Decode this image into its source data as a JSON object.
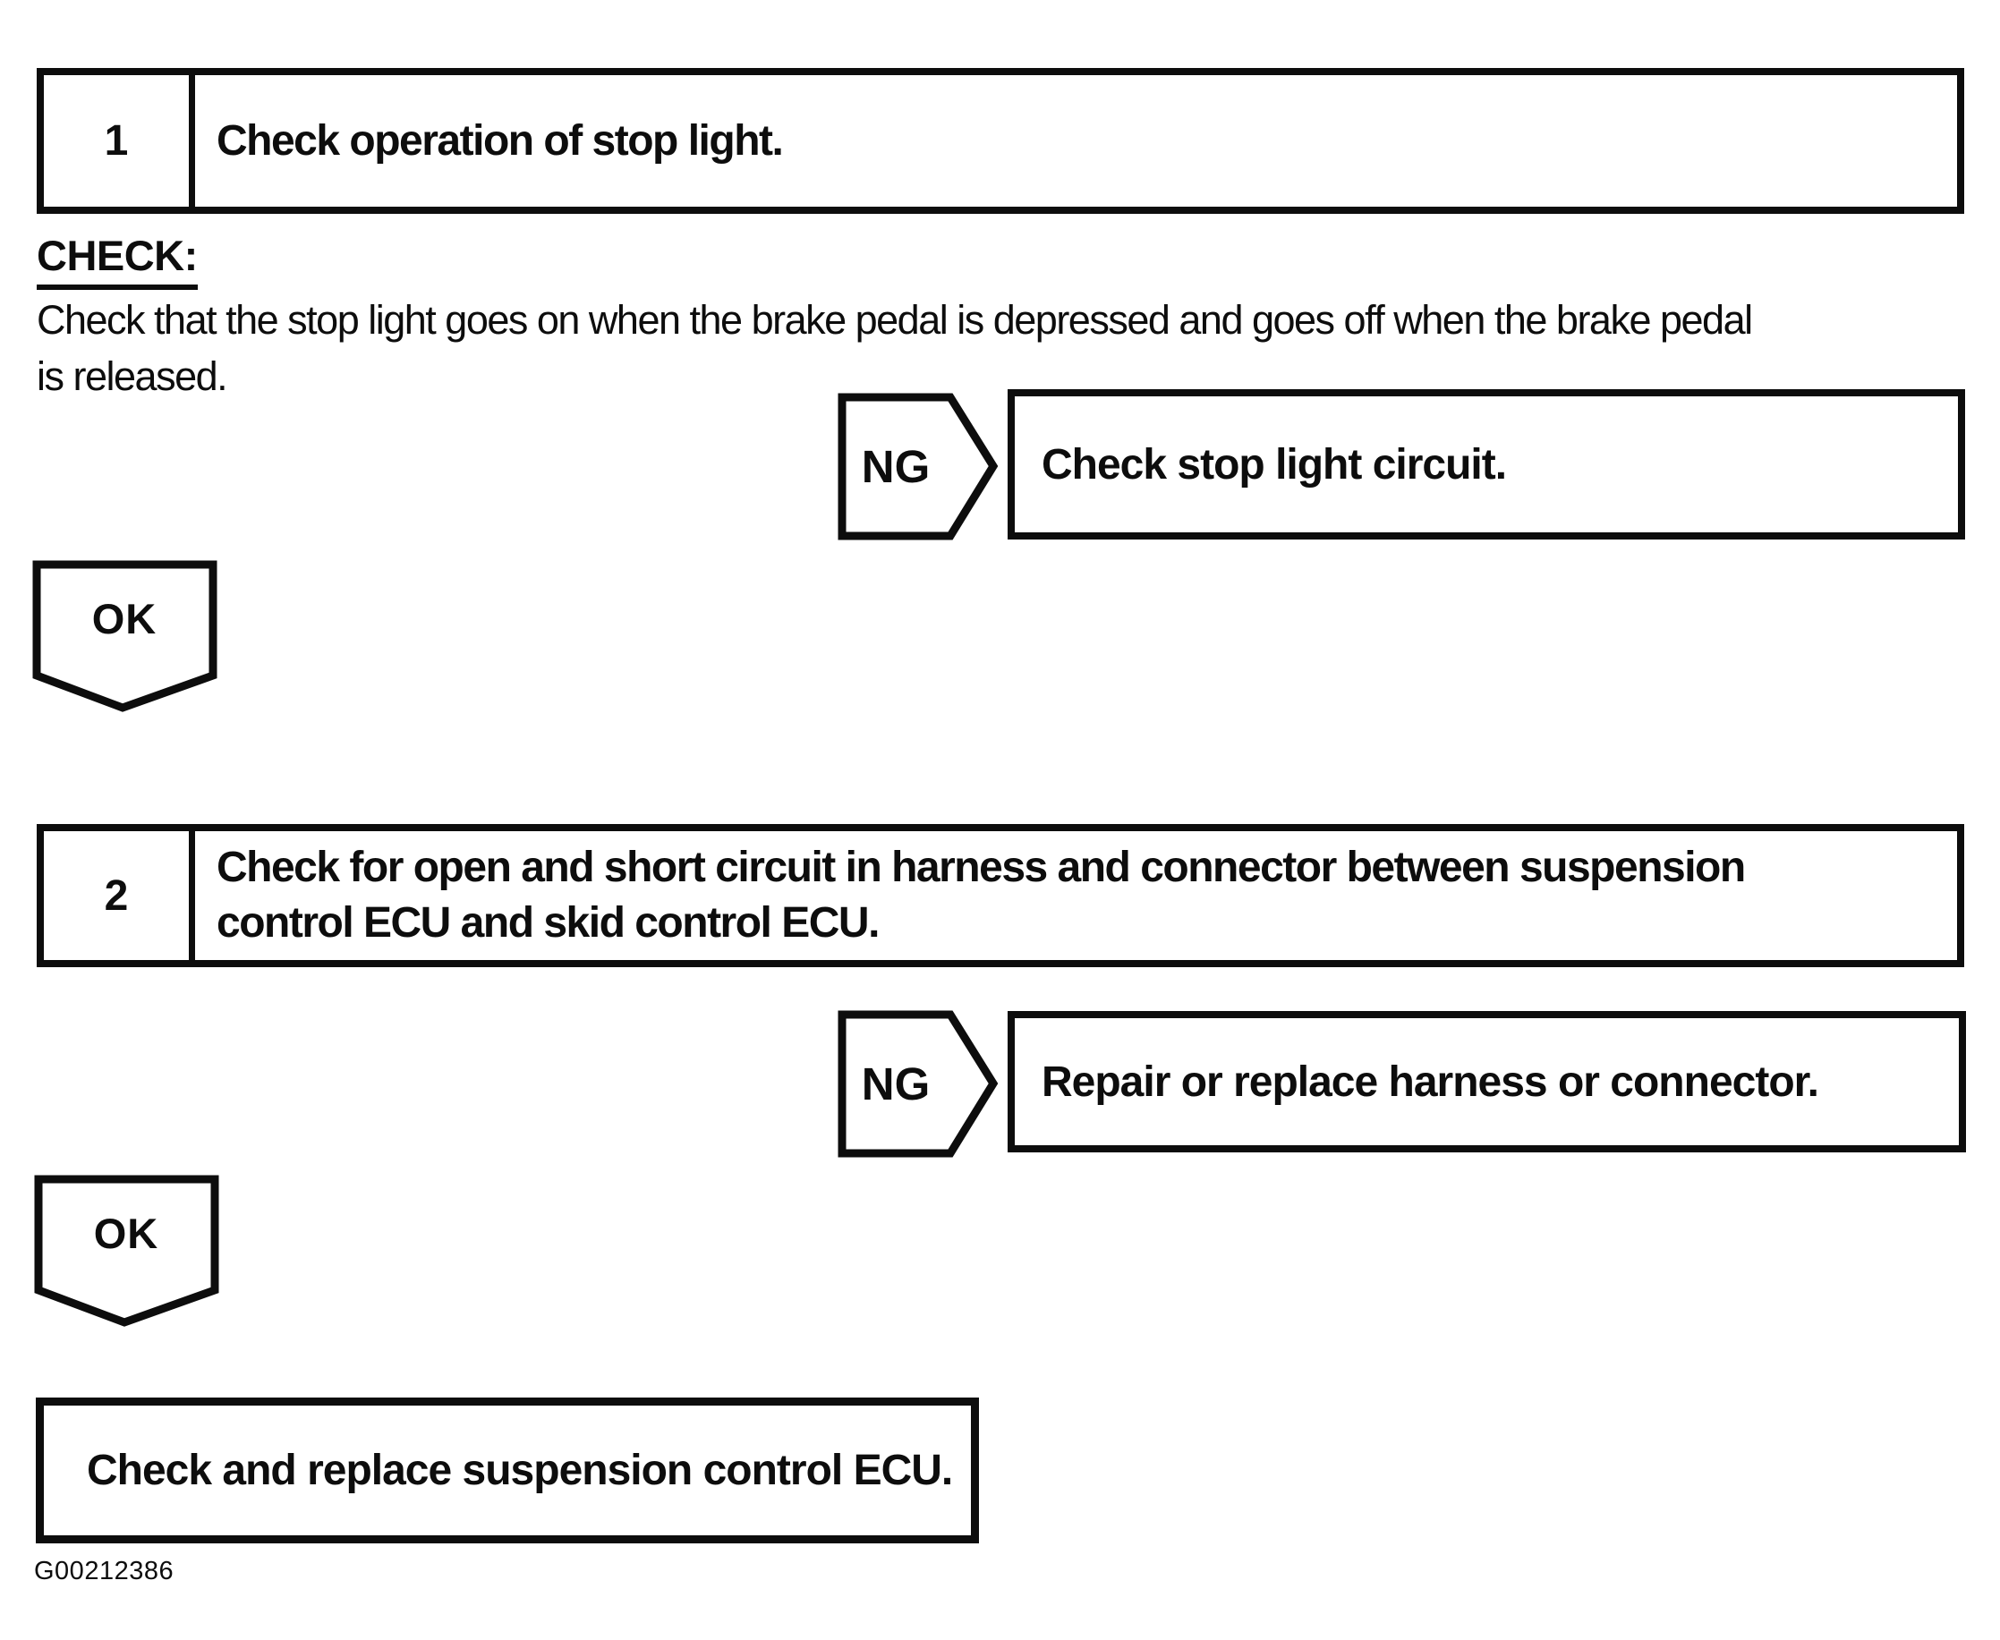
{
  "page": {
    "background": "#ffffff",
    "ink_color": "#0d0d0d",
    "figure_code": "G00212386"
  },
  "flowchart": {
    "steps": [
      {
        "number": "1",
        "title": "Check operation of stop light.",
        "check": {
          "label": "CHECK:",
          "lines": [
            "Check that the stop light goes on when the brake pedal is depressed and goes off when the brake pedal",
            "is released."
          ]
        },
        "ng": {
          "label": "NG",
          "action": "Check stop light circuit."
        },
        "ok": {
          "label": "OK"
        }
      },
      {
        "number": "2",
        "title_lines": [
          "Check for open and short circuit in harness and connector between suspension",
          "control ECU and skid control ECU."
        ],
        "ng": {
          "label": "NG",
          "action": "Repair or replace harness or connector."
        },
        "ok": {
          "label": "OK"
        }
      }
    ],
    "final_action": "Check and replace suspension control ECU."
  }
}
